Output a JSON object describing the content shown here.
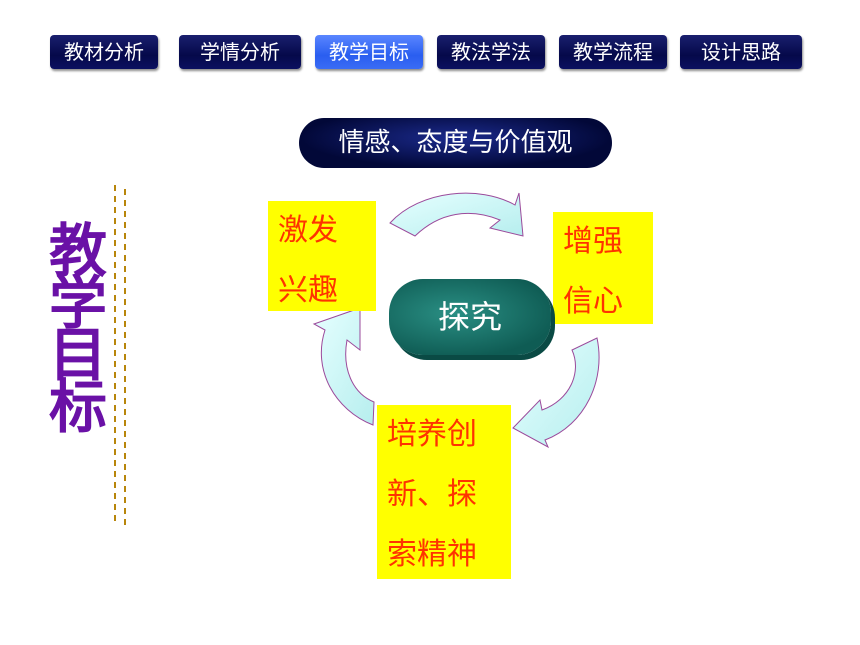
{
  "nav": {
    "tabs": [
      {
        "label": "教材分析",
        "active": false
      },
      {
        "label": "学情分析",
        "active": false
      },
      {
        "label": "教学目标",
        "active": true
      },
      {
        "label": "教法学法",
        "active": false
      },
      {
        "label": "教学流程",
        "active": false
      },
      {
        "label": "设计思路",
        "active": false
      }
    ]
  },
  "section_title": "情感、态度与价值观",
  "side_title": [
    "教",
    "学",
    "目",
    "标"
  ],
  "center_label": "探究",
  "boxes": {
    "top_left": [
      "激发",
      "兴趣"
    ],
    "top_right": [
      "增强",
      "信心"
    ],
    "bottom": [
      "培养创",
      "新、探",
      "索精神"
    ]
  },
  "colors": {
    "nav_bg": "#05094a",
    "nav_active": "#2a5ef0",
    "title_bg": "#020838",
    "side_title": "#6a11a6",
    "box_bg": "#ffff00",
    "box_text": "#ff3300",
    "center_bg": "#0f5c54",
    "arrow_fill": "#ccf7f7",
    "arrow_stroke": "#9b4a9b"
  }
}
